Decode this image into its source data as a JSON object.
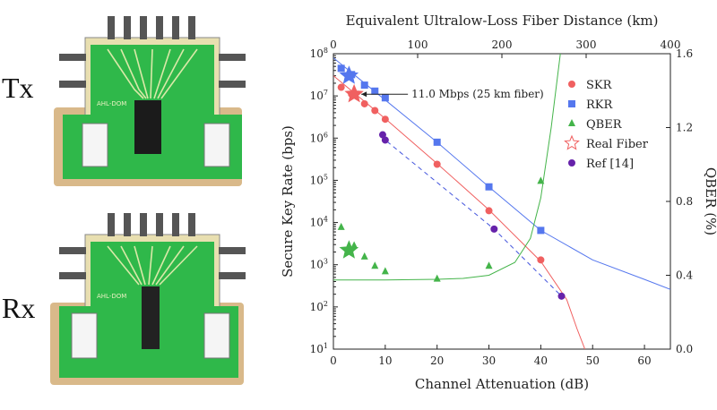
{
  "photos": {
    "tx_label": "Tx",
    "rx_label": "Rx",
    "chip_text": "AHL-DOM",
    "board_color": "#2fb84a",
    "substrate_color": "#d9b98a"
  },
  "chart_data": {
    "type": "scatter",
    "xlabel": "Channel Attenuation (dB)",
    "top_xlabel": "Equivalent Ultralow-Loss Fiber Distance (km)",
    "ylabel": "Secure Key Rate (bps)",
    "y2label": "QBER (%)",
    "xlim": [
      0,
      65
    ],
    "xticks": [
      "0",
      "10",
      "20",
      "30",
      "40",
      "50",
      "60"
    ],
    "top_xlim": [
      0,
      400
    ],
    "top_xticks": [
      "0",
      "100",
      "200",
      "300",
      "400"
    ],
    "ylim": [
      10,
      100000000
    ],
    "yscale": "log",
    "yticks": [
      "10^1",
      "10^2",
      "10^3",
      "10^4",
      "10^5",
      "10^6",
      "10^7",
      "10^8"
    ],
    "y2lim": [
      0,
      1.6
    ],
    "y2ticks": [
      "0.0",
      "0.4",
      "0.8",
      "1.2",
      "1.6"
    ],
    "legend_position": "top-right",
    "annotation": "11.0 Mbps (25 km fiber)",
    "series": [
      {
        "name": "SKR",
        "marker": "circle",
        "color": "#f06060",
        "axis": "left",
        "x": [
          1.5,
          3.5,
          6,
          8,
          10,
          20,
          30,
          40
        ],
        "y": [
          16000000,
          11000000,
          6500000,
          4500000,
          2800000,
          240000,
          19000,
          1300
        ],
        "fit": {
          "x": [
            0,
            10,
            20,
            30,
            40,
            45,
            47,
            48.5
          ],
          "y": [
            30000000,
            2900000,
            250000,
            20000,
            1200,
            150,
            30,
            10
          ]
        }
      },
      {
        "name": "RKR",
        "marker": "square",
        "color": "#5577ee",
        "axis": "left",
        "x": [
          1.5,
          3.5,
          6,
          8,
          10,
          20,
          30,
          40
        ],
        "y": [
          45000000,
          32000000,
          18000000,
          13000000,
          9000000,
          800000,
          70000,
          6500
        ],
        "fit": {
          "x": [
            0,
            10,
            20,
            30,
            40,
            50,
            60,
            65
          ],
          "y": [
            80000000,
            8000000,
            800000,
            70000,
            6500,
            1300,
            450,
            260
          ]
        }
      },
      {
        "name": "QBER",
        "marker": "triangle",
        "color": "#44b44a",
        "axis": "right",
        "x": [
          1.5,
          4,
          6,
          8,
          10,
          20,
          30,
          40
        ],
        "y": [
          0.66,
          0.56,
          0.5,
          0.45,
          0.42,
          0.38,
          0.45,
          0.91
        ],
        "fit": {
          "x": [
            0,
            10,
            20,
            25,
            30,
            35,
            38,
            40,
            42,
            44
          ],
          "y": [
            0.375,
            0.375,
            0.378,
            0.383,
            0.4,
            0.47,
            0.6,
            0.82,
            1.2,
            1.65
          ]
        }
      },
      {
        "name": "Real Fiber",
        "marker": "star",
        "color": "#f06060",
        "axis": "left",
        "x": [
          4
        ],
        "y": [
          11000000
        ],
        "extra": [
          {
            "x": 3,
            "y": 30000000,
            "color": "#5577ee"
          },
          {
            "x": 3,
            "y": 2200,
            "color": "#44b44a"
          }
        ]
      },
      {
        "name": "Ref [14]",
        "marker": "circle",
        "color": "#6622aa",
        "axis": "left",
        "x": [
          9.5,
          10,
          31,
          44
        ],
        "y": [
          1200000,
          900000,
          7000,
          180
        ]
      }
    ]
  }
}
